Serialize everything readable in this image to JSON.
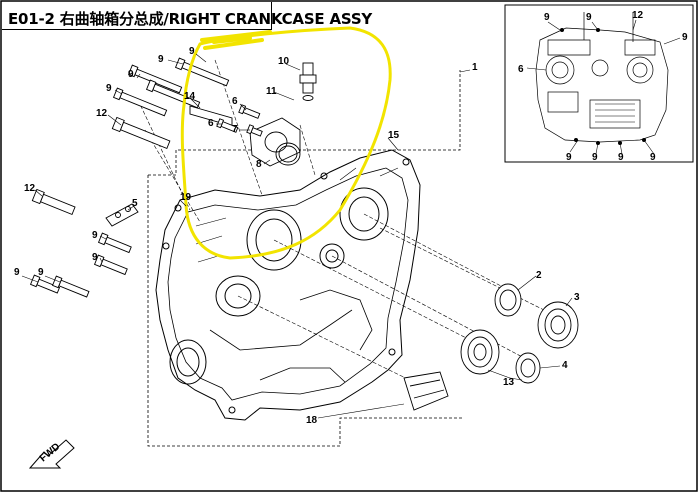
{
  "title": "E01-2 右曲轴箱分总成/RIGHT CRANKCASE ASSY",
  "fwd_label": "FWD",
  "colors": {
    "highlight": "#f2e400",
    "line": "#000000"
  },
  "main_callouts": {
    "c9a": "9",
    "c9b": "9",
    "c10": "10",
    "c9c": "9",
    "c14": "14",
    "c11": "11",
    "c9d": "9",
    "c6a": "6",
    "c1": "1",
    "c12a": "12",
    "c6b": "6",
    "c7": "7",
    "c15": "15",
    "c8": "8",
    "c12b": "12",
    "c5": "5",
    "c19": "19",
    "c9e": "9",
    "c9f": "9",
    "c9g": "9",
    "c2": "2",
    "c3": "3",
    "c4": "4",
    "c13": "13",
    "c18": "18"
  },
  "inset_callouts": {
    "i9a": "9",
    "i9b": "9",
    "i12": "12",
    "i6": "6",
    "i9c": "9",
    "i9d": "9",
    "i9e": "9",
    "i9f": "9"
  }
}
